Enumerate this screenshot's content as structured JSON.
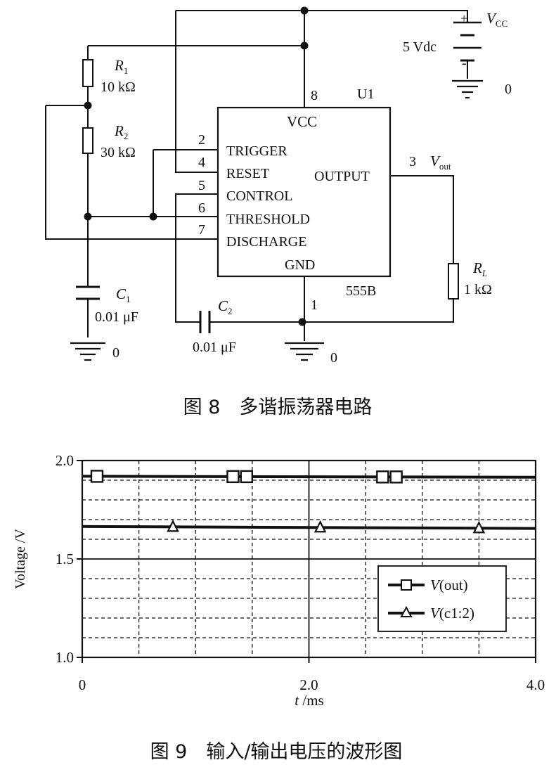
{
  "figure8": {
    "caption": "图 8　多谐振荡器电路",
    "chip": {
      "ref": "U1",
      "model": "555B",
      "vcc": "VCC",
      "gnd": "GND",
      "output": "OUTPUT",
      "pins": [
        {
          "num": "2",
          "label": "TRIGGER"
        },
        {
          "num": "4",
          "label": "RESET"
        },
        {
          "num": "5",
          "label": "CONTROL"
        },
        {
          "num": "6",
          "label": "THRESHOLD"
        },
        {
          "num": "7",
          "label": "DISCHARGE"
        }
      ],
      "pin_vcc": "8",
      "pin_gnd": "1",
      "pin_out": "3"
    },
    "source": {
      "name": "V",
      "sub": "CC",
      "value": "5 Vdc",
      "plus": "+",
      "minus": "-",
      "ground": "0"
    },
    "r1": {
      "name": "R",
      "sub": "1",
      "value": "10 kΩ"
    },
    "r2": {
      "name": "R",
      "sub": "2",
      "value": "30 kΩ"
    },
    "rl": {
      "name": "R",
      "sub": "L",
      "value": "1 kΩ"
    },
    "c1": {
      "name": "C",
      "sub": "1",
      "value": "0.01 μF",
      "ground": "0"
    },
    "c2": {
      "name": "C",
      "sub": "2",
      "value": "0.01 μF",
      "ground": "0"
    },
    "vout": {
      "name": "V",
      "sub": "out"
    }
  },
  "figure9": {
    "caption": "图 9　输入/输出电压的波形图",
    "chart_data": {
      "type": "line",
      "title": "",
      "xlabel_var": "t",
      "xlabel_unit": " /ms",
      "ylabel": "Voltage /V",
      "xlim": [
        0,
        4.0
      ],
      "ylim": [
        1.0,
        2.0
      ],
      "x_ticks": [
        "0",
        "2.0",
        "4.0"
      ],
      "y_ticks": [
        "1.0",
        "1.5",
        "2.0"
      ],
      "grid": "dashed",
      "legend_position": "lower-right",
      "series": [
        {
          "name_var": "V",
          "name_arg": "(out)",
          "marker": "square",
          "x": [
            0,
            4.0
          ],
          "y": [
            1.92,
            1.915
          ],
          "marker_x": [
            0.13,
            1.33,
            1.45,
            2.65,
            2.77
          ]
        },
        {
          "name_var": "V",
          "name_arg": "(c1:2)",
          "marker": "triangle",
          "x": [
            0,
            4.0
          ],
          "y": [
            1.665,
            1.655
          ],
          "marker_x": [
            0.8,
            2.1,
            3.5
          ]
        }
      ]
    }
  }
}
